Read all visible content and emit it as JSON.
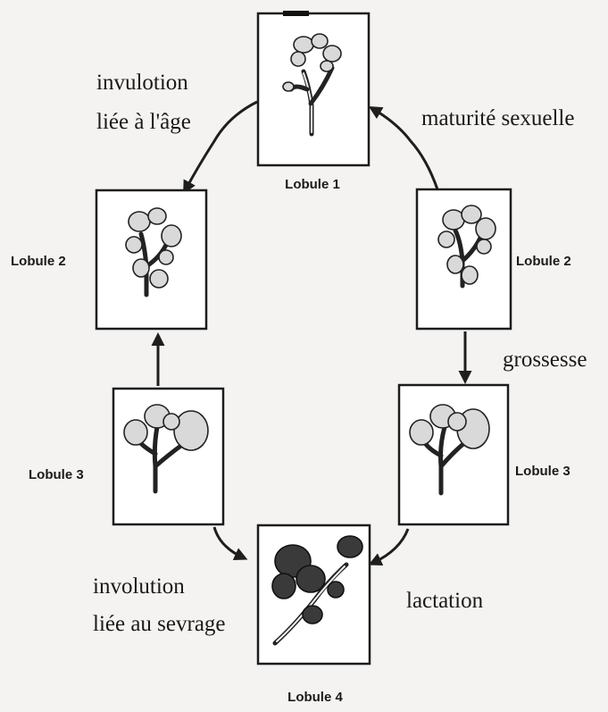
{
  "lobules": {
    "top": "Lobule 1",
    "right_upper": "Lobule 2",
    "right_lower": "Lobule 3",
    "bottom": "Lobule 4",
    "left_lower": "Lobule 3",
    "left_upper": "Lobule 2"
  },
  "stages": {
    "maturite_line1": "maturité sexuelle",
    "grossesse": "grossesse",
    "lactation": "lactation",
    "involution_sevrage_line1": "involution",
    "involution_sevrage_line2": "liée au sevrage",
    "involution_age_line1": "invulotion",
    "involution_age_line2": "liée à l'âge"
  }
}
